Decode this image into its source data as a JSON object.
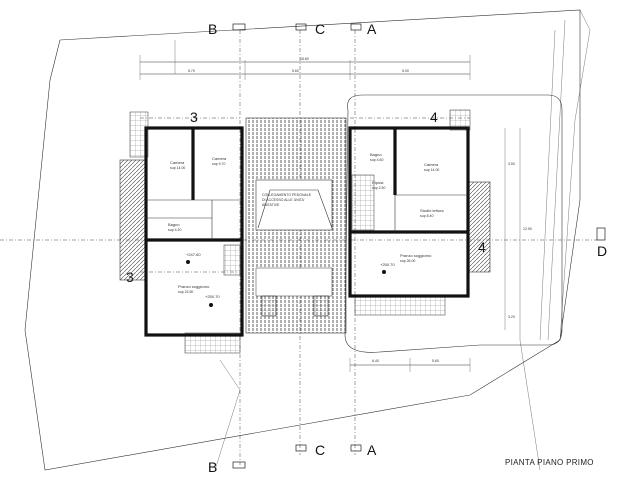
{
  "drawing": {
    "title": "PIANTA PIANO PRIMO",
    "sections": {
      "A": "A",
      "B": "B",
      "C": "C",
      "D": "D",
      "n3": "3",
      "n4": "4"
    },
    "left_unit": {
      "rooms": [
        {
          "name": "Camera",
          "note": "sup 14.00"
        },
        {
          "name": "Camera",
          "note": "sup 9.70"
        },
        {
          "name": "Bagno",
          "note": "sup 4.20"
        },
        {
          "name": "Pranzo soggiorno",
          "note": "sup 23.50"
        }
      ],
      "levels": [
        "+247.60",
        "+250.70"
      ]
    },
    "right_unit": {
      "rooms": [
        {
          "name": "Bagno",
          "note": "sup 4.60"
        },
        {
          "name": "Camera",
          "note": "sup 14.00"
        },
        {
          "name": "Ripost.",
          "note": "sup 2.50"
        },
        {
          "name": "Studio lettura",
          "note": "sup 8.40"
        },
        {
          "name": "Pranzo soggiorno",
          "note": "sup 26.00"
        }
      ],
      "levels": [
        "+250.70"
      ]
    },
    "dimensions": {
      "top_total": "15.60",
      "top_parts": [
        "5.70",
        "5.60",
        "5.00"
      ],
      "bottom_parts": [
        "6.40",
        "5.60"
      ],
      "right_side": [
        "3.50",
        "12.90",
        "3.20"
      ]
    },
    "center_notes": [
      "COLLEGAMENTO PEDONALE",
      "DI ACCESSO ALLE UNITA'",
      "ABITATIVE"
    ],
    "colors": {
      "ink": "#111111",
      "paper": "#ffffff"
    }
  }
}
